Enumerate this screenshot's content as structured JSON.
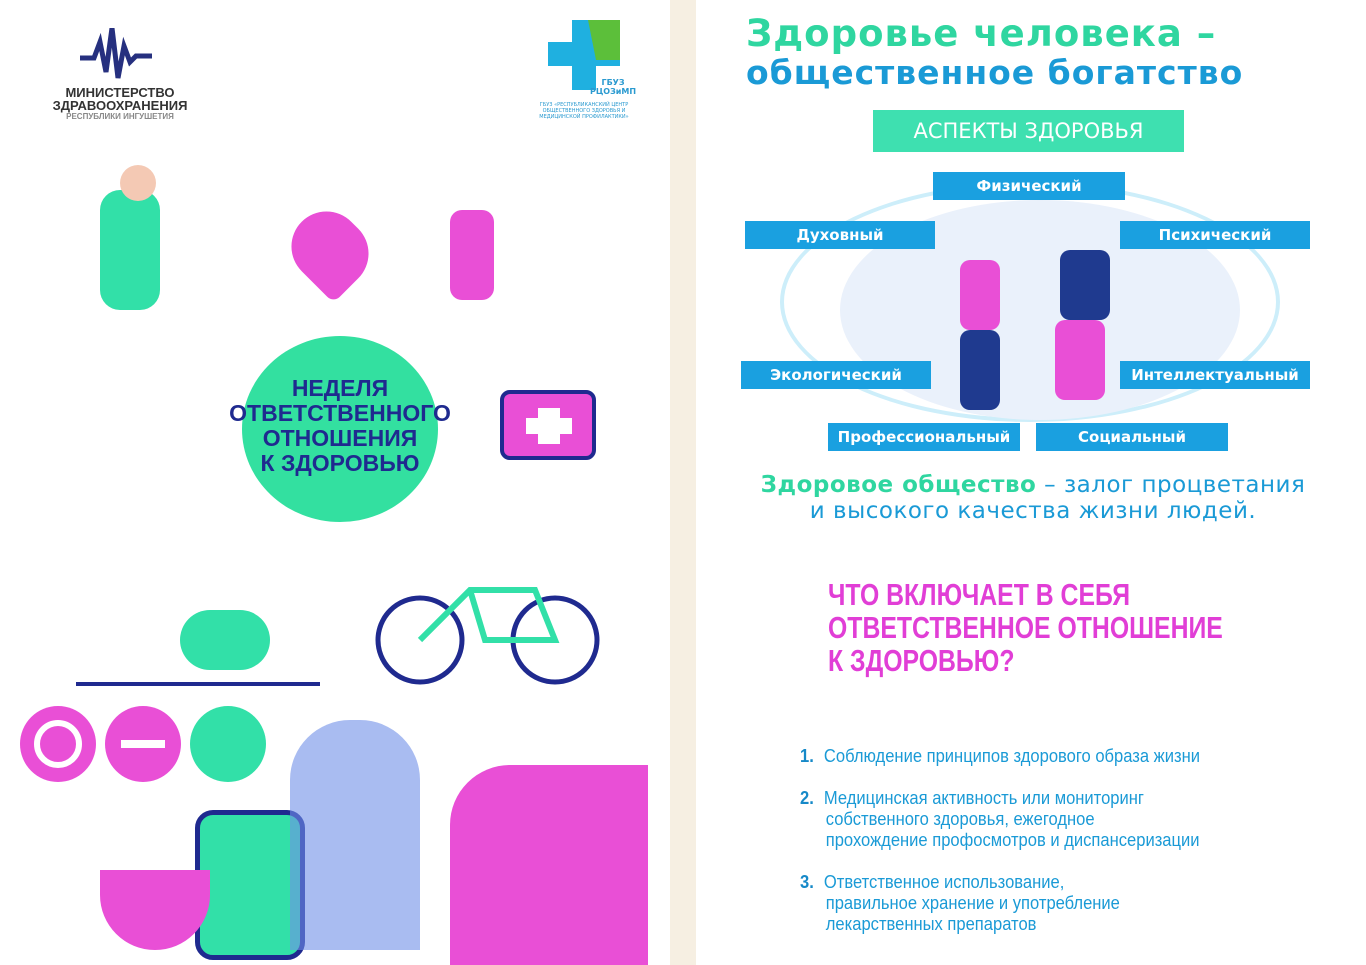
{
  "left": {
    "ministry_logo": {
      "line1": "МИНИСТЕРСТВО",
      "line2": "ЗДРАВООХРАНЕНИЯ",
      "line3": "РЕСПУБЛИКИ ИНГУШЕТИЯ"
    },
    "center_logo": {
      "short": "ГБУЗ",
      "abbr": "РЦОЗиМП",
      "full": "ГБУЗ «РЕСПУБЛИКАНСКИЙ ЦЕНТР ОБЩЕСТВЕННОГО ЗДОРОВЬЯ И МЕДИЦИНСКОЙ ПРОФИЛАКТИКИ»"
    },
    "week_title": [
      "НЕДЕЛЯ",
      "ОТВЕТСТВЕННОГО",
      "ОТНОШЕНИЯ",
      "К ЗДОРОВЬЮ"
    ]
  },
  "right": {
    "title_line1": "Здоровье человека –",
    "title_line2": "общественное богатство",
    "aspects_banner": "АСПЕКТЫ ЗДОРОВЬЯ",
    "aspects": {
      "physical": "Физический",
      "spiritual": "Духовный",
      "psychological": "Психический",
      "ecological": "Экологический",
      "intellectual": "Интеллектуальный",
      "professional": "Профессиональный",
      "social": "Социальный"
    },
    "society_highlight": "Здоровое общество",
    "society_rest1": " – залог процветания",
    "society_line2": "и высокого качества жизни людей.",
    "question": [
      "ЧТО ВКЛЮЧАЕТ В СЕБЯ",
      "ОТВЕТСТВЕННОЕ ОТНОШЕНИЕ",
      "К ЗДОРОВЬЮ?"
    ],
    "list": [
      {
        "num": "1.",
        "lines": [
          "Соблюдение принципов здорового образа жизни"
        ]
      },
      {
        "num": "2.",
        "lines": [
          "Медицинская активность или мониторинг",
          "собственного здоровья, ежегодное",
          "прохождение профосмотров и диспансеризации"
        ]
      },
      {
        "num": "3.",
        "lines": [
          "Ответственное использование,",
          "правильное хранение и употребление",
          "лекарственных препаратов"
        ]
      }
    ]
  },
  "colors": {
    "green": "#2fd6a0",
    "blue": "#1a9ad6",
    "pink": "#e13ed6",
    "navy": "#1f2a8f"
  }
}
